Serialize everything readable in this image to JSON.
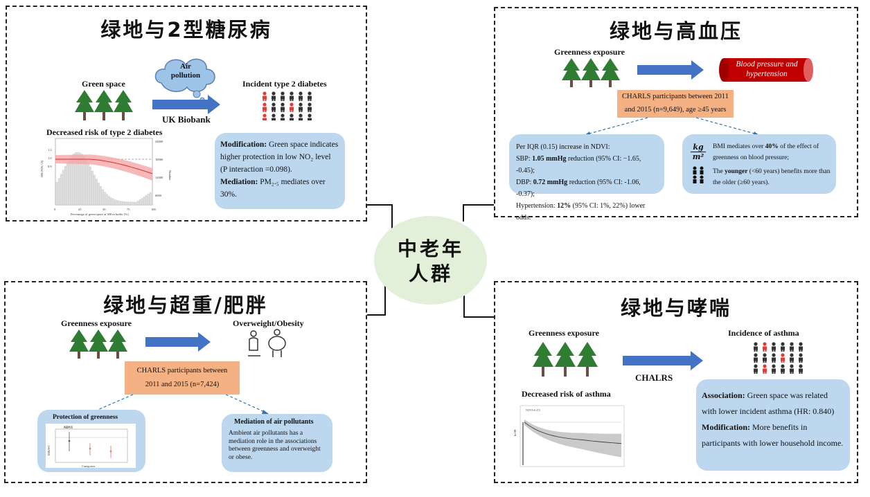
{
  "center": {
    "title": "中老年人群",
    "bg": "#e2efd9"
  },
  "colors": {
    "tree": "#2e7d32",
    "arrow": "#4472c4",
    "box_blue": "#bdd7ee",
    "box_orange": "#f4b183",
    "person_red": "#e53935",
    "cylinder": "#c00000"
  },
  "tl": {
    "title": "绿地与2型糖尿病",
    "green_space": "Green space",
    "air_cloud": "Air pollution",
    "uk_biobank": "UK Biobank",
    "incident": "Incident type 2 diabetes",
    "decreased": "Decreased risk of type 2 diabetes",
    "modification_label": "Modification:",
    "modification_text": "Green space indicates higher protection in low NO₂ level (P interaction =0.098).",
    "mediation_label": "Mediation:",
    "mediation_text": "PM₂.₅ mediates over 30%.",
    "mini_xlabel": "Percentage of green space at 300 m buffer (%)",
    "mini_ylabel": "HR (95% CI)",
    "mini_xticks": [
      "0",
      "25",
      "50",
      "75",
      "100"
    ],
    "mini_yticks_left": [
      "1.2",
      "1.0",
      "0.8"
    ],
    "mini_yticks_right": [
      "24000",
      "18000",
      "12000",
      "6000"
    ],
    "mini_ylabel_right": "Number"
  },
  "tr": {
    "title": "绿地与高血压",
    "greenness": "Greenness exposure",
    "outcome": "Blood pressure and hypertension",
    "charls": "CHARLS participants between 2011 and 2015 (n=9,649), age ≥45 years",
    "per_iqr": "Per IQR (0.15) increase in NDVI:",
    "sbp_label": "SBP:",
    "sbp_val": "1.05 mmHg",
    "sbp_rest": "reduction (95% CI: −1.65, -0.45);",
    "dbp_label": "DBP:",
    "dbp_val": "0.72 mmHg",
    "dbp_rest": "reduction (95% CI: -1.06, -0.37);",
    "hyp_label": "Hypertension:",
    "hyp_val": "12%",
    "hyp_rest": "(95% CI: 1%, 22%) lower odds.",
    "bmi_icon": "kg/m²",
    "bmi_a": "BMI mediates over",
    "bmi_pct": "40%",
    "bmi_b": "of the effect of greenness on blood pressure;",
    "young_a": "The",
    "young_b": "younger",
    "young_c": "(<60 years) benefits more than the older (≥60 years)."
  },
  "bl": {
    "title": "绿地与超重/肥胖",
    "greenness": "Greenness exposure",
    "outcome": "Overweight/Obesity",
    "charls": "CHARLS participants between 2011 and 2015 (n=7,424)",
    "protection": "Protection of greenness",
    "mini_title": "NDVI",
    "mini_xlabel": "Categories",
    "mini_ylabel": "BMI/WC",
    "mediation_title": "Mediation of air pollutants",
    "mediation_text": "Ambient air pollutants has a mediation role in the associations between greenness and overweight or obese."
  },
  "br": {
    "title": "绿地与哮喘",
    "greenness": "Greenness exposure",
    "charlrs": "CHALRS",
    "incidence": "Incidence of asthma",
    "decreased": "Decreased risk of asthma",
    "assoc_label": "Association:",
    "assoc_text": "Green space was related with lower incident asthma (HR: 0.840)",
    "mod_label": "Modification:",
    "mod_text": "More benefits in participants with lower household income.",
    "mini_ylabel": "ln HR",
    "mini_note": "NDVI=0.472"
  }
}
